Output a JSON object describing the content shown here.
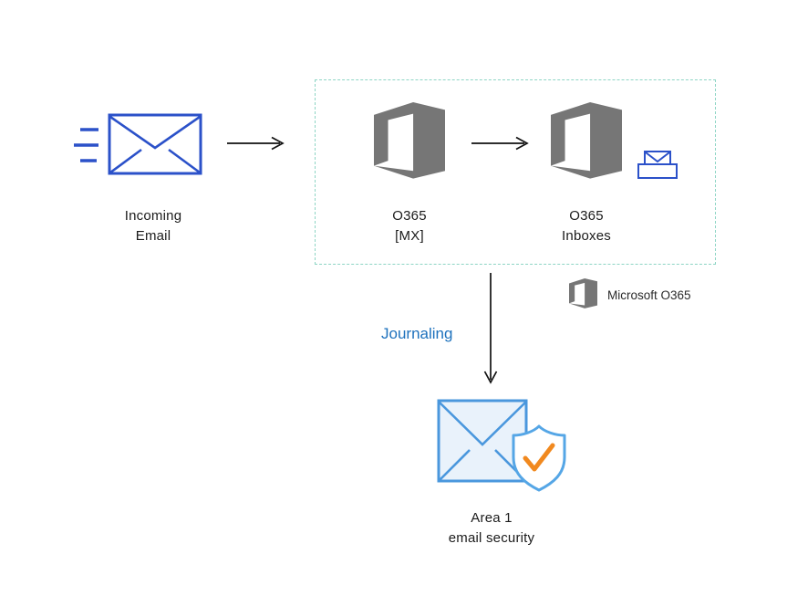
{
  "diagram": {
    "nodes": {
      "incoming_email": {
        "line1": "Incoming",
        "line2": "Email"
      },
      "o365_mx": {
        "line1": "O365",
        "line2": "[MX]"
      },
      "o365_inboxes": {
        "line1": "O365",
        "line2": "Inboxes"
      },
      "area1": {
        "line1": "Area 1",
        "line2": "email security"
      }
    },
    "legend": {
      "label": "Microsoft O365"
    },
    "flow": {
      "journaling_label": "Journaling"
    },
    "icons": {
      "incoming_email": "envelope-icon",
      "motion_lines": "motion-lines-icon",
      "o365": "office-logo-icon",
      "inboxes": "inbox-envelope-icon",
      "area1": "envelope-with-shield-check-icon",
      "arrows": "arrow-icon"
    },
    "colors": {
      "envelope_blue": "#2b51c9",
      "office_gray": "#767676",
      "dashed_border": "#8ed5c5",
      "journaling_blue": "#1d71bd",
      "area1_blue": "#4a97dd",
      "area1_fill": "#e9f2fb",
      "shield_blue": "#55a6e6",
      "check_orange": "#f1891f",
      "arrow_color": "#111111",
      "text_color": "#1b1b1b"
    }
  }
}
